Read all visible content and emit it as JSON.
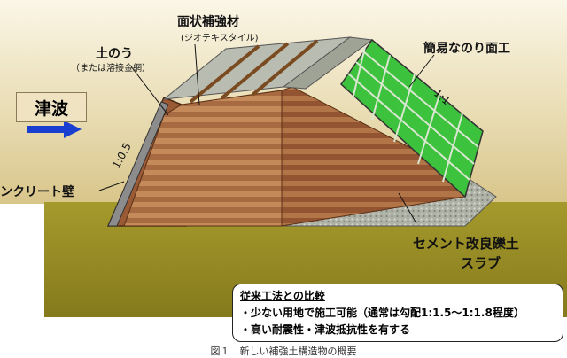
{
  "labels": {
    "facing_material": "面状補強材",
    "facing_material_sub": "(ジオテキスタイル)",
    "sandbag": "土のう",
    "sandbag_sub": "（または溶接金網）",
    "simple_slope": "簡易なのり面工",
    "slope_left": "1:0.5",
    "slope_right": "1:1",
    "concrete_wall": "ンクリート壁",
    "cement_slab_line1": "セメント改良礫土",
    "cement_slab_line2": "スラブ",
    "tsunami": "津波"
  },
  "comparison": {
    "title": "従来工法との比較",
    "items": [
      "・少ない用地で施工可能（通常は勾配1:1.5～1:1.8程度）",
      "・高い耐震性・津波抵抗性を有する"
    ]
  },
  "caption": "図１　新しい補強土構造物の概要",
  "colors": {
    "sky": "#ffffff",
    "ground": "#8f8320",
    "earth_band_light": "#c58a5a",
    "earth_band_dark": "#a0603a",
    "grass_panel": "#3dc23d",
    "gravel": "#b9bcb0",
    "arrow": "#1a3fd0"
  }
}
